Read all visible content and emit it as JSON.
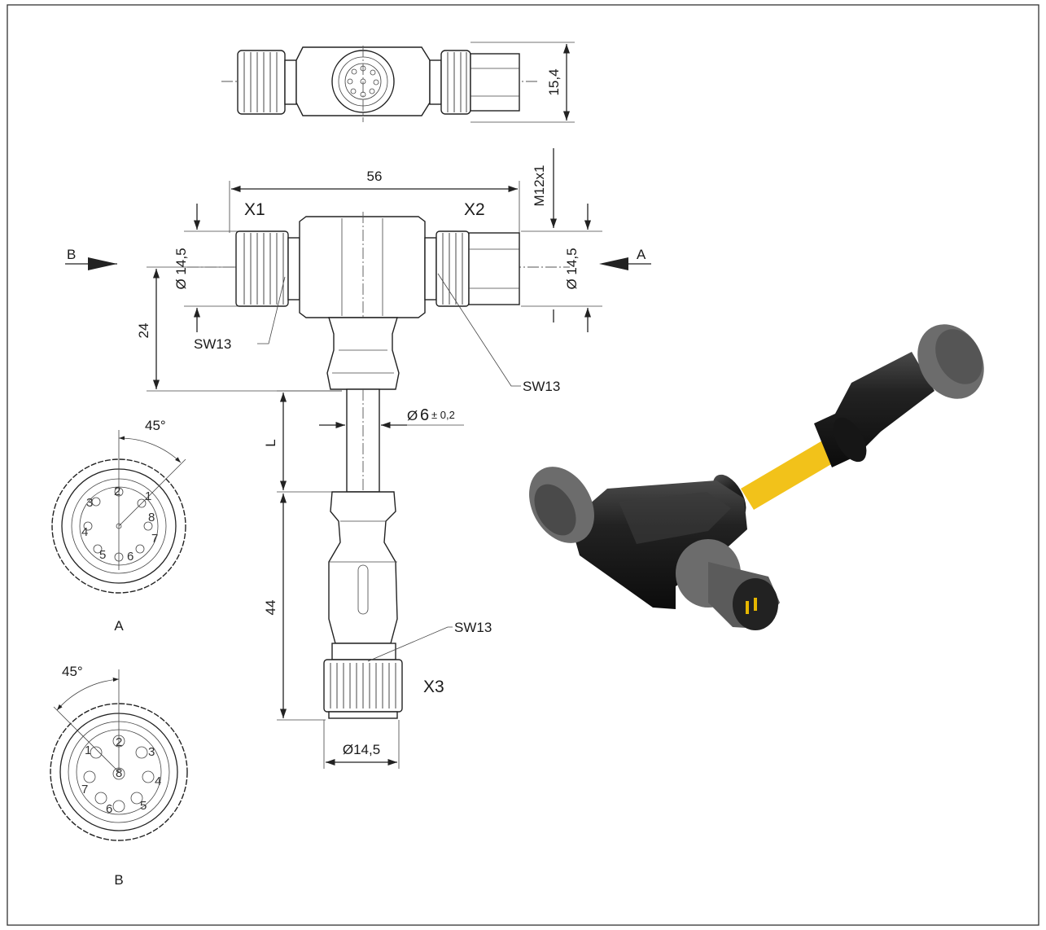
{
  "dimensions": {
    "top_height": "15,4",
    "overall_width": "56",
    "thread": "M12x1",
    "dia_x1": "Ø 14,5",
    "dia_x2": "Ø 14,5",
    "offset": "24",
    "cable_dia_symbol": "Ø",
    "cable_dia_value": "6",
    "cable_dia_tol": "± 0,2",
    "cable_length": "L",
    "lower_length": "44",
    "dia_x3": "Ø14,5"
  },
  "labels": {
    "x1": "X1",
    "x2": "X2",
    "x3": "X3",
    "view_a_arrow": "A",
    "view_b_arrow": "B",
    "sw_left": "SW13",
    "sw_right": "SW13",
    "sw_bottom": "SW13"
  },
  "view_a": {
    "caption": "A",
    "angle": "45°",
    "pins": [
      "1",
      "2",
      "3",
      "4",
      "5",
      "6",
      "7",
      "8"
    ]
  },
  "view_b": {
    "caption": "B",
    "angle": "45°",
    "pins": [
      "1",
      "2",
      "3",
      "4",
      "5",
      "6",
      "7",
      "8"
    ]
  },
  "colors": {
    "cable": "#f2c21a",
    "housing": "#1b1b1b",
    "nut": "#6c6c6c"
  }
}
